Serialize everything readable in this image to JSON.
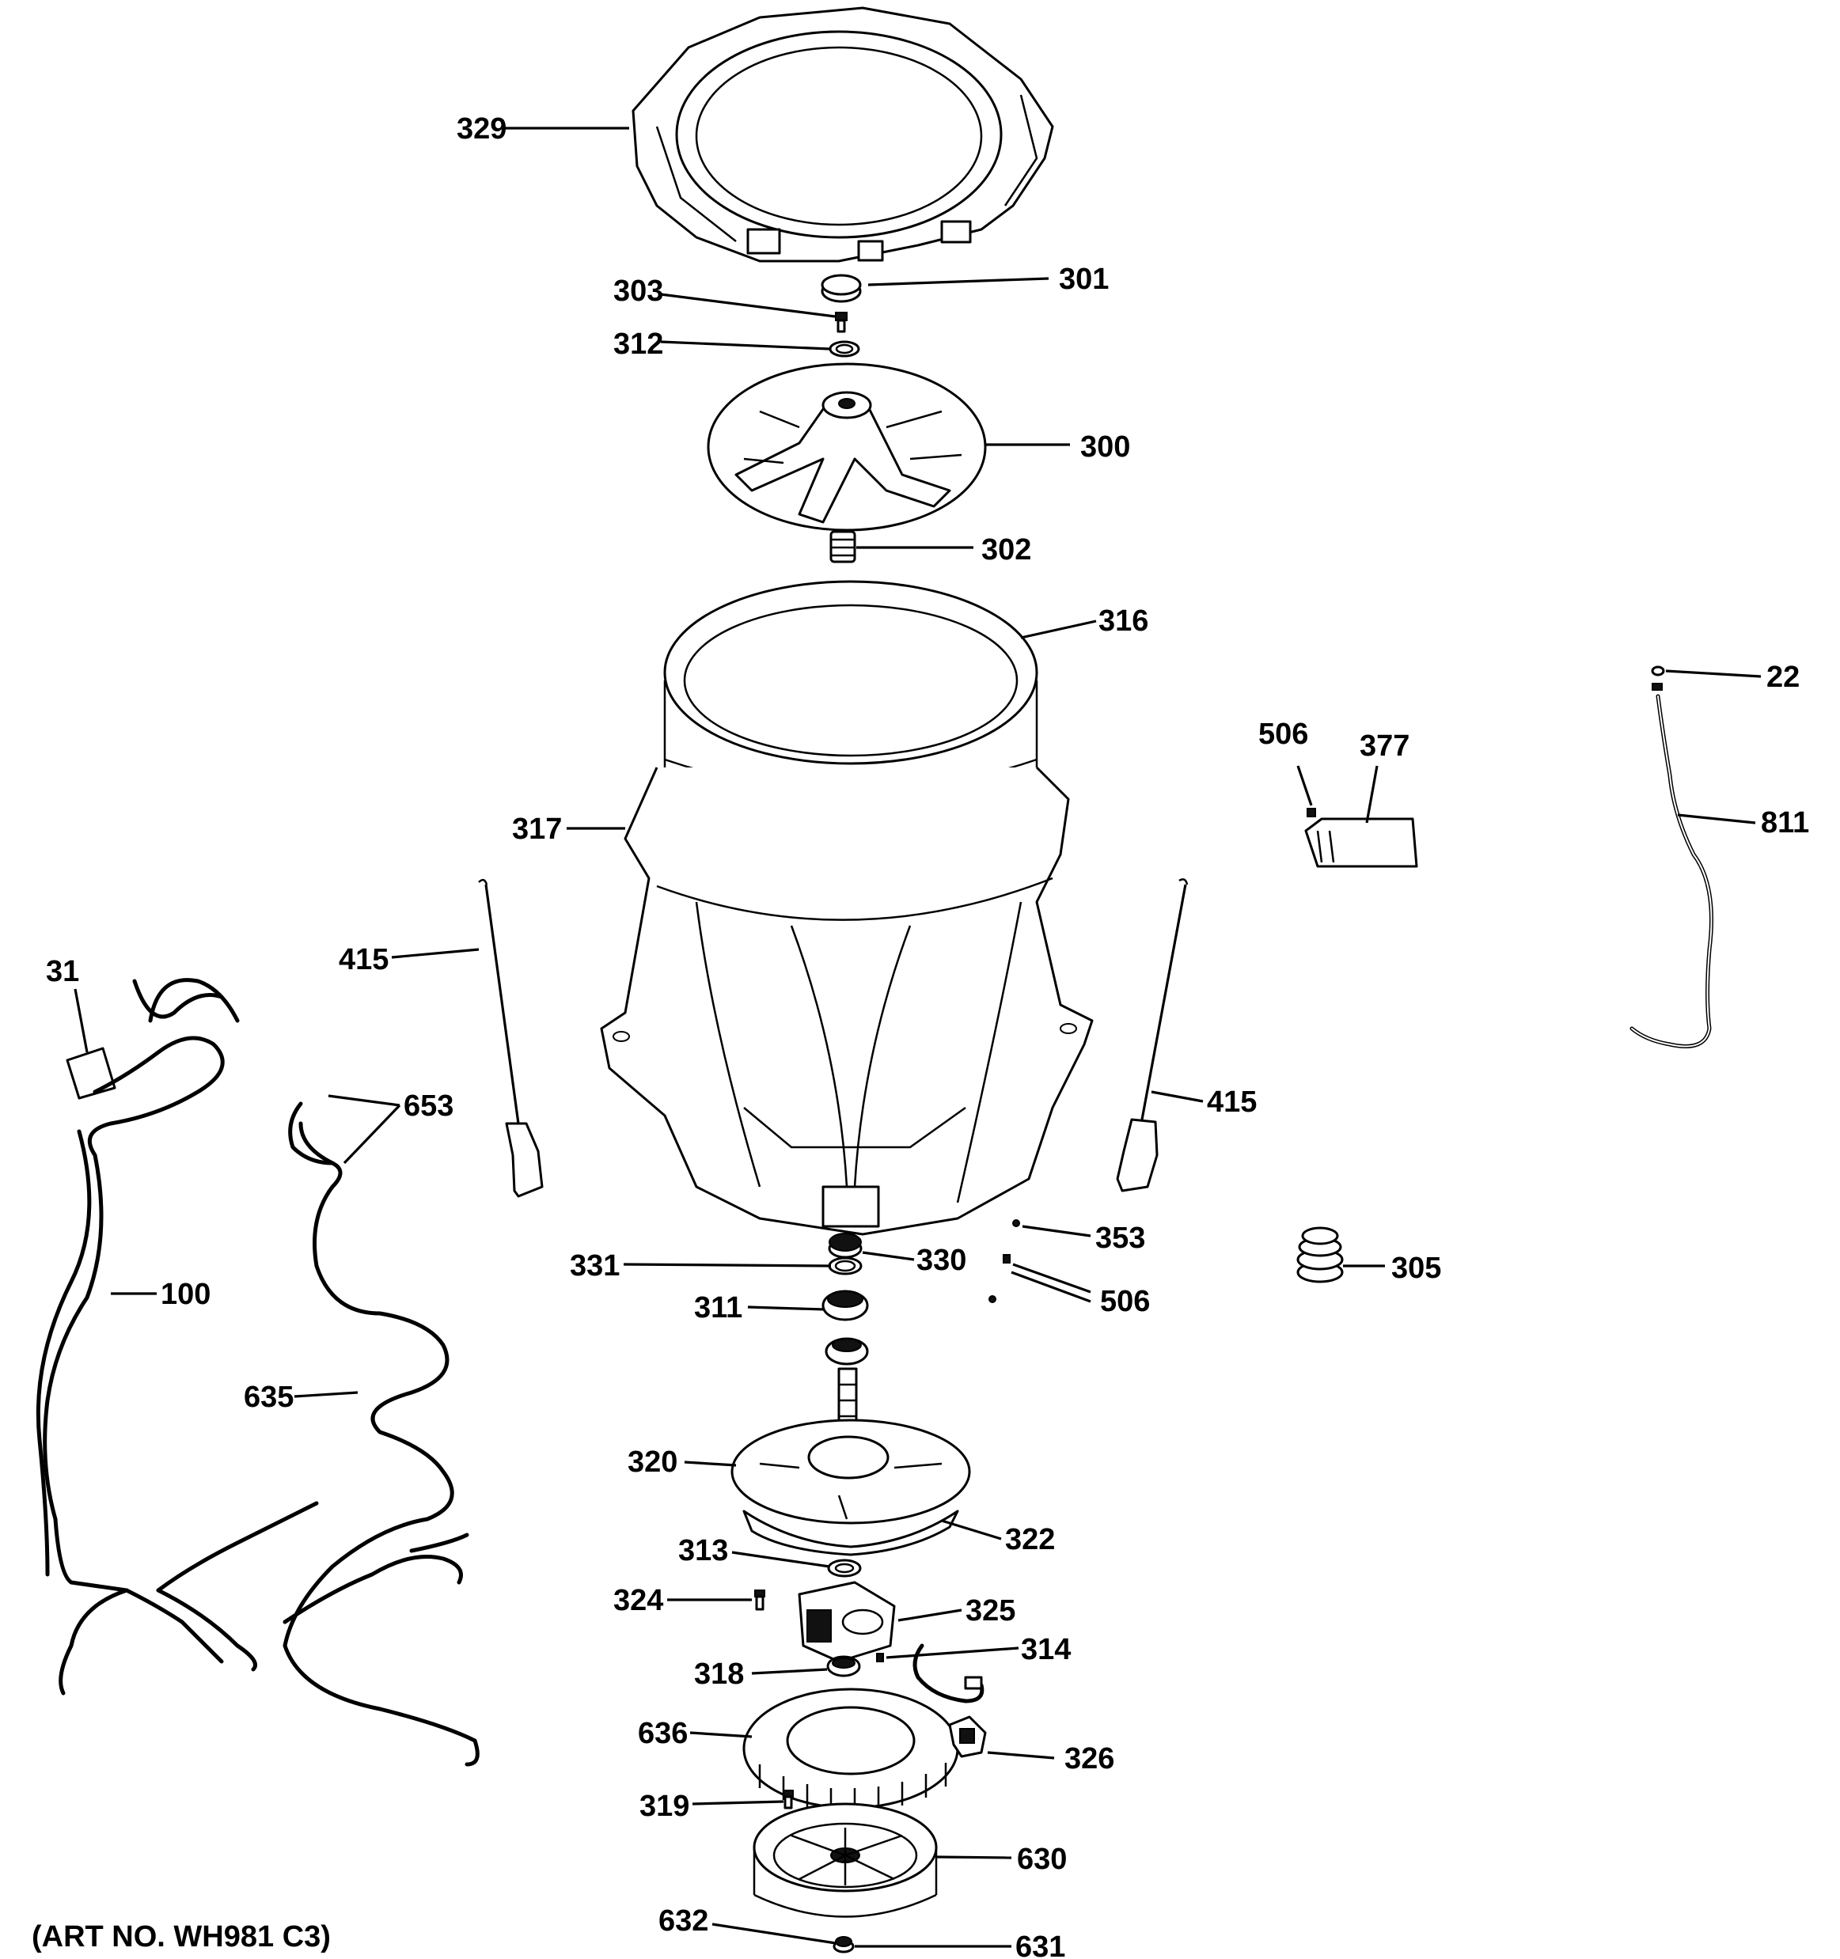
{
  "art_number": "(ART NO. WH981 C3)",
  "labels": {
    "p329": "329",
    "p301": "301",
    "p303": "303",
    "p312": "312",
    "p300": "300",
    "p302": "302",
    "p316": "316",
    "p317": "317",
    "p22": "22",
    "p506a": "506",
    "p377": "377",
    "p811": "811",
    "p31": "31",
    "p415a": "415",
    "p415b": "415",
    "p653": "653",
    "p353": "353",
    "p331": "331",
    "p330": "330",
    "p305": "305",
    "p506b": "506",
    "p311": "311",
    "p100": "100",
    "p635": "635",
    "p320": "320",
    "p322": "322",
    "p313": "313",
    "p324": "324",
    "p325": "325",
    "p314": "314",
    "p318": "318",
    "p636": "636",
    "p326": "326",
    "p319": "319",
    "p630": "630",
    "p632": "632",
    "p631": "631"
  }
}
